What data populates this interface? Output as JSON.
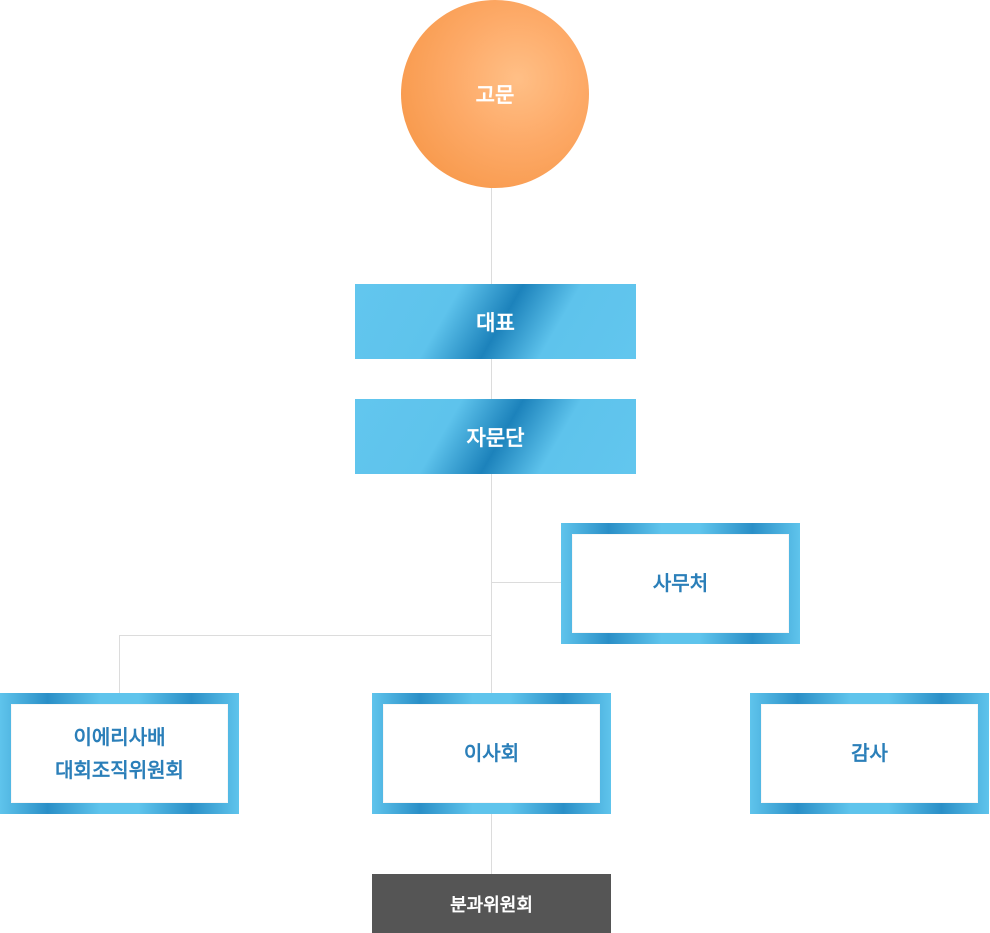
{
  "org_chart": {
    "advisor": "고문",
    "representative": "대표",
    "advisory_group": "자문단",
    "secretariat": "사무처",
    "organizing_committee": "이에리사배\n대회조직위원회",
    "board": "이사회",
    "audit": "감사",
    "subcommittee": "분과위원회"
  },
  "colors": {
    "advisor_fill": "#f5913e",
    "bar_fill": "#5ec3ec",
    "bar_accent": "#1c82bb",
    "frame_text": "#2b7fb9",
    "dark_fill": "#555555",
    "connector": "#dcdcdc"
  }
}
